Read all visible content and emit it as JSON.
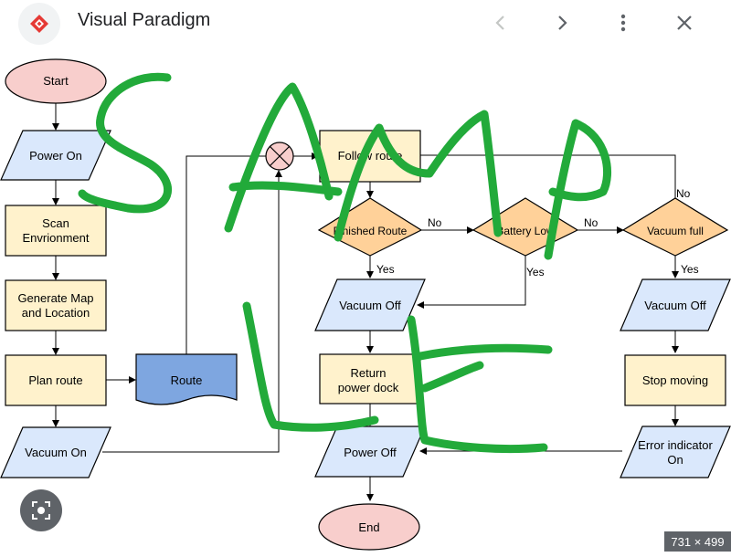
{
  "header": {
    "title": "Visual Paradigm",
    "icons": [
      "visual-paradigm-logo",
      "chevron-left-icon",
      "chevron-right-icon",
      "more-vert-icon",
      "close-icon"
    ]
  },
  "flowchart": {
    "start": "Start",
    "power_on": "Power On",
    "scan_line1": "Scan",
    "scan_line2": "Envrionment",
    "generate_line1": "Generate Map",
    "generate_line2": "and Location",
    "plan_route": "Plan route",
    "vacuum_on": "Vacuum On",
    "route": "Route",
    "follow_route": "Follow route",
    "finished_route": "Finished Route",
    "battery_low": "Battery Low",
    "vacuum_full": "Vacuum full",
    "vacuum_off_1": "Vacuum Off",
    "vacuum_off_2": "Vacuum Off",
    "return_line1": "Return",
    "return_line2": "power dock",
    "stop_moving": "Stop moving",
    "power_off": "Power Off",
    "error_line1": "Error indicator",
    "error_line2": "On",
    "end": "End",
    "label_yes": "Yes",
    "label_no": "No"
  },
  "colors": {
    "terminal_fill": "#f8cecc",
    "io_fill": "#dae8fc",
    "process_fill": "#fff2cc",
    "decision_fill": "#ffd199",
    "document_fill": "#7ea6e0",
    "watermark": "#22aa3a"
  },
  "footer": {
    "dimensions": "731 × 499",
    "lens_icon": "lens-icon"
  }
}
